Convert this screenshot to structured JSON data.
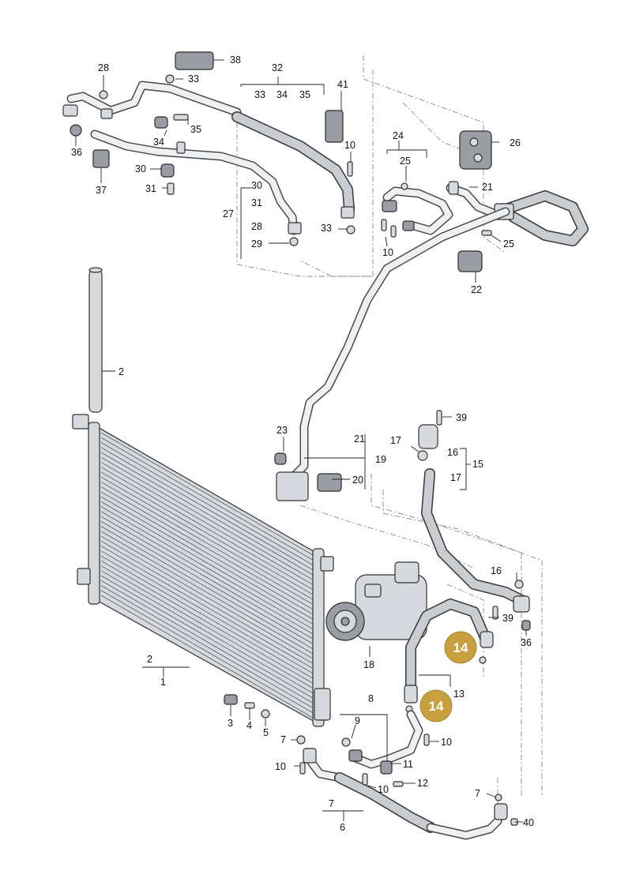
{
  "callouts": {
    "c1": "1",
    "c2a": "2",
    "c2b": "2",
    "c3": "3",
    "c4": "4",
    "c5": "5",
    "c6": "6",
    "c7a": "7",
    "c7b": "7",
    "c7c": "7",
    "c8": "8",
    "c9": "9",
    "c10a": "10",
    "c10b": "10",
    "c10c": "10",
    "c10d": "10",
    "c10e": "10",
    "c11": "11",
    "c12": "12",
    "c13": "13",
    "c15": "15",
    "c16a": "16",
    "c16b": "16",
    "c17a": "17",
    "c17b": "17",
    "c18": "18",
    "c19": "19",
    "c20": "20",
    "c21a": "21",
    "c21b": "21",
    "c22": "22",
    "c23": "23",
    "c24": "24",
    "c25a": "25",
    "c25b": "25",
    "c26": "26",
    "c27": "27",
    "c28a": "28",
    "c28b": "28",
    "c29": "29",
    "c30a": "30",
    "c30b": "30",
    "c31a": "31",
    "c31b": "31",
    "c32": "32",
    "c33a": "33",
    "c33b": "33",
    "c33c": "33",
    "c34a": "34",
    "c34b": "34",
    "c35a": "35",
    "c35b": "35",
    "c36a": "36",
    "c36b": "36",
    "c37": "37",
    "c38": "38",
    "c39a": "39",
    "c39b": "39",
    "c40": "40",
    "c41": "41"
  },
  "highlighted_callouts": {
    "h1": "14",
    "h2": "14"
  },
  "colors": {
    "highlight": "#c8a040",
    "line": "#222222",
    "part_fill": "#d6d9dd"
  }
}
